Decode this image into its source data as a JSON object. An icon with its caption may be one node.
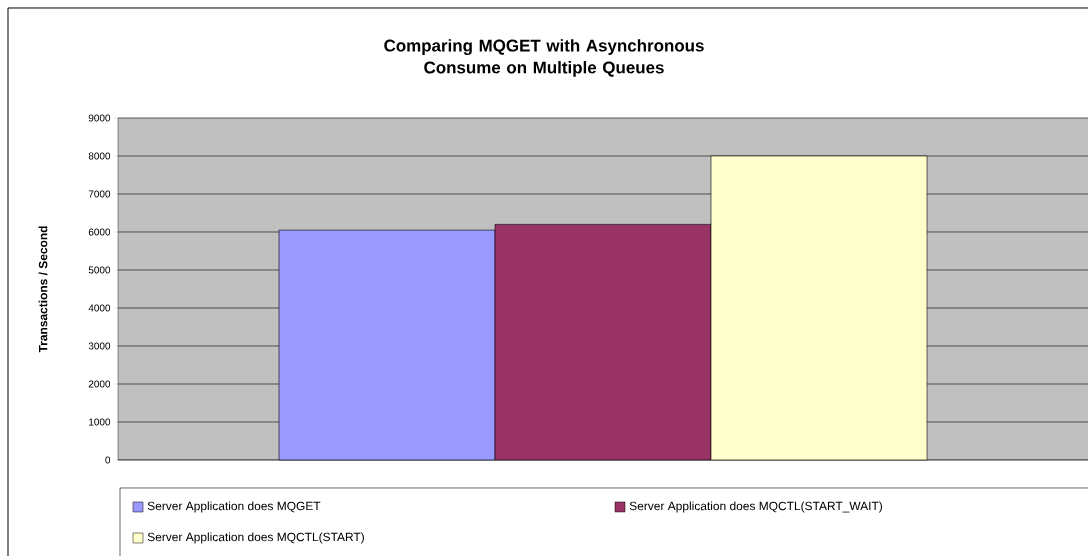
{
  "diagram": {
    "chart_data": {
      "type": "bar",
      "title": "Comparing MQGET with Asynchronous Consume on Multiple Queues",
      "ylabel": "Transactions / Second",
      "categories": [
        null
      ],
      "ylim": [
        0,
        9000
      ],
      "grid": true,
      "yticks": [
        0,
        1000,
        2000,
        3000,
        4000,
        5000,
        6000,
        7000,
        8000,
        9000
      ],
      "series": [
        {
          "name": "Server Application does MQGET",
          "color": "#9999ff",
          "values": [
            6050
          ]
        },
        {
          "name": "Server Application does MQCTL(START_WAIT)",
          "color": "#993366",
          "values": [
            6200
          ]
        },
        {
          "name": "Server Application does MQCTL(START)",
          "color": "#ffffcc",
          "values": [
            8000
          ]
        }
      ]
    }
  }
}
